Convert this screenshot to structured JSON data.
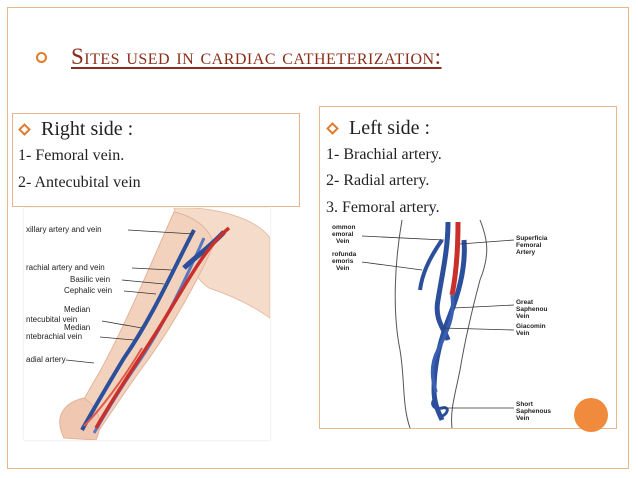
{
  "title": "Sites used in cardiac catheterization:",
  "left_panel": {
    "heading": "Right side :",
    "items": [
      "1- Femoral vein.",
      "2- Antecubital vein"
    ]
  },
  "right_panel": {
    "heading": "Left side :",
    "items": [
      "1- Brachial artery.",
      "2- Radial artery.",
      "3. Femoral artery."
    ]
  },
  "arm_diagram": {
    "labels": [
      "xillary artery and vein",
      "rachial artery and vein",
      "Basilic vein",
      "Cephalic vein",
      "Median",
      "ntecubital vein",
      "Median",
      "ntebrachial vein",
      "adial artery"
    ]
  },
  "leg_diagram": {
    "labels_left": [
      "ommon",
      "emoral",
      "Vein",
      "rofunda",
      "emoris",
      "Vein"
    ],
    "labels_right": [
      "Superficia",
      "Femoral",
      "Artery",
      "Great",
      "Saphenou",
      "Vein",
      "Giacomin",
      "Vein",
      "Short",
      "Saphenous",
      "Vein"
    ]
  },
  "colors": {
    "accent": "#e07b2c",
    "title": "#8a2e1a",
    "border": "#e6b88d",
    "vein": "#2c4f9c",
    "artery": "#c9302c"
  }
}
